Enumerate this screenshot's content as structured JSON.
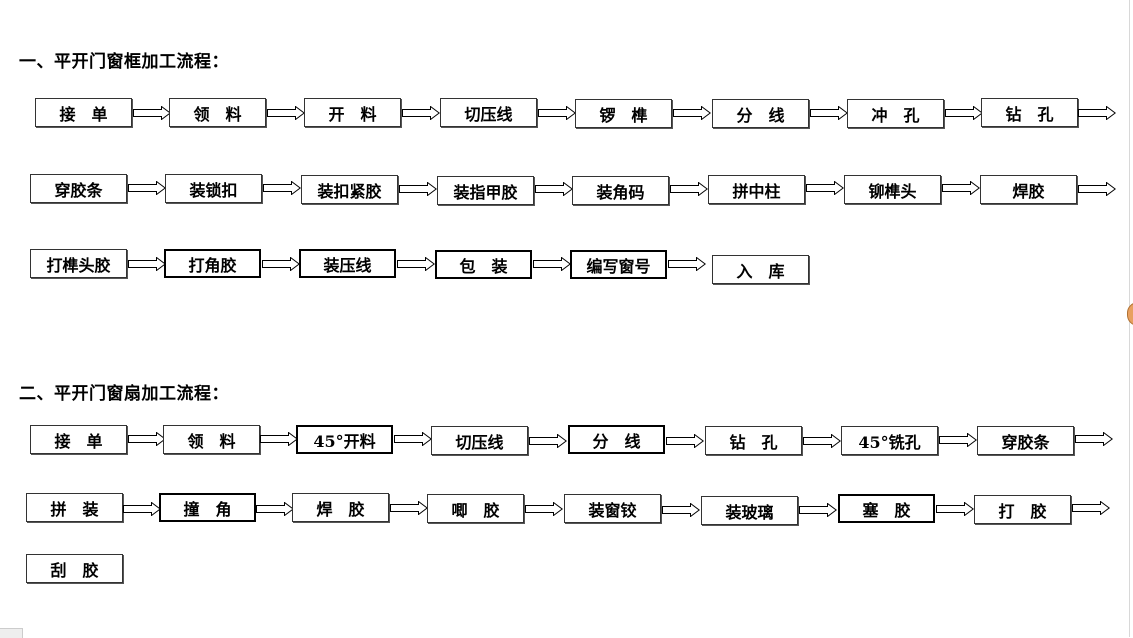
{
  "section1": {
    "heading": "一、平开门窗框加工流程：",
    "steps": [
      "接　单",
      "领　料",
      "开　料",
      "切压线",
      "锣　榫",
      "分　线",
      "冲　孔",
      "钻　孔",
      "穿胶条",
      "装锁扣",
      "装扣紧胶",
      "装指甲胶",
      "装角码",
      "拼中柱",
      "铆榫头",
      "焊胶",
      "打榫头胶",
      "打角胶",
      "装压线",
      "包　装",
      "编写窗号",
      "入　库"
    ]
  },
  "section2": {
    "heading": "二、平开门窗扇加工流程：",
    "steps": [
      "接　单",
      "领　料",
      "45°开料",
      "切压线",
      "分　线",
      "钻　孔",
      "45°铣孔",
      "穿胶条",
      "拼　装",
      "撞　角",
      "焊　胶",
      "唧　胶",
      "装窗铰",
      "装玻璃",
      "塞　胶",
      "打　胶",
      "刮　胶"
    ]
  },
  "icons": {
    "arrow": "hollow-right-arrow-icon"
  }
}
